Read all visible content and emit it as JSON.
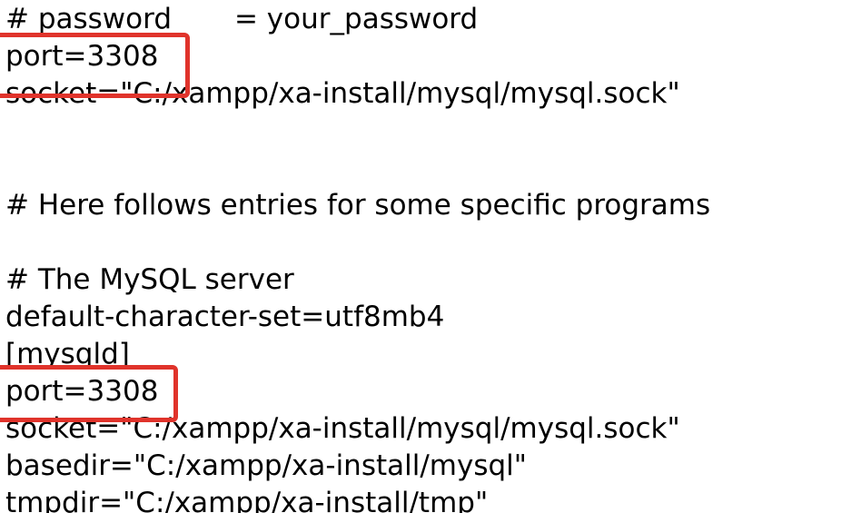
{
  "config_file": {
    "lines": [
      "# password       = your_password",
      "port=3308",
      "socket=\"C:/xampp/xa-install/mysql/mysql.sock\"",
      "",
      "",
      "# Here follows entries for some specific programs",
      "",
      "# The MySQL server",
      "default-character-set=utf8mb4",
      "[mysqld]",
      "port=3308",
      "socket=\"C:/xampp/xa-install/mysql/mysql.sock\"",
      "basedir=\"C:/xampp/xa-install/mysql\"",
      "tmpdir=\"C:/xampp/xa-install/tmp\""
    ]
  },
  "annotations": {
    "highlight_color": "#e0332b"
  }
}
